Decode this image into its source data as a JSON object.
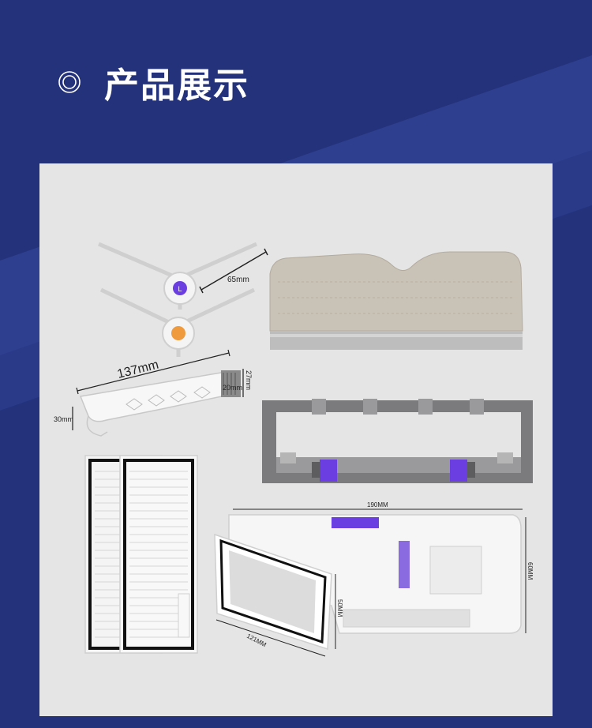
{
  "header": {
    "title": "产品展示",
    "icon": "target-circle-icon"
  },
  "colors": {
    "background": "#23327a",
    "accent_stripe": "#35449a",
    "panel": "#e5e5e5",
    "brush_purple": "#6a3ee0",
    "brush_orange": "#ef9a3c",
    "mop_fabric": "#c9c2b6",
    "roller_frame": "#7b7b7d",
    "clip_purple": "#6a3ee0"
  },
  "products": {
    "side_brush": {
      "width_label": "65mm"
    },
    "cleaning_tool": {
      "length_label": "137mm",
      "height_label": "30mm",
      "brush_width_label": "20mm",
      "brush_height_label": "27mm"
    },
    "dustbin": {
      "width_label": "190MM",
      "height_label": "60MM",
      "depth_label": "50MM",
      "filter_label": "121MM"
    }
  }
}
